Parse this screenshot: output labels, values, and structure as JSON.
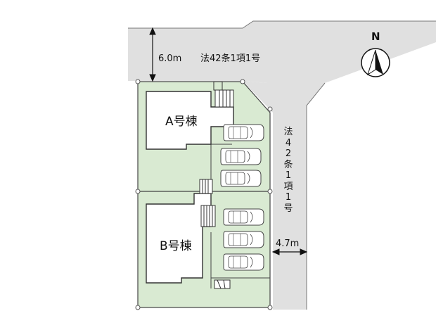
{
  "roads": {
    "north": {
      "width_label": "6.0m",
      "type_label": "法42条1項1号"
    },
    "east": {
      "width_label": "4.7m",
      "type_label": "法42条1項1号"
    }
  },
  "buildings": [
    {
      "label": "A号棟"
    },
    {
      "label": "B号棟"
    }
  ],
  "compass": {
    "label": "N"
  },
  "parking_spaces": {
    "lot_a": 3,
    "lot_b": 3
  },
  "colors": {
    "road": "#e0e0e0",
    "lot": "#d9ead2",
    "building": "#ffffff",
    "line": "#444444"
  }
}
